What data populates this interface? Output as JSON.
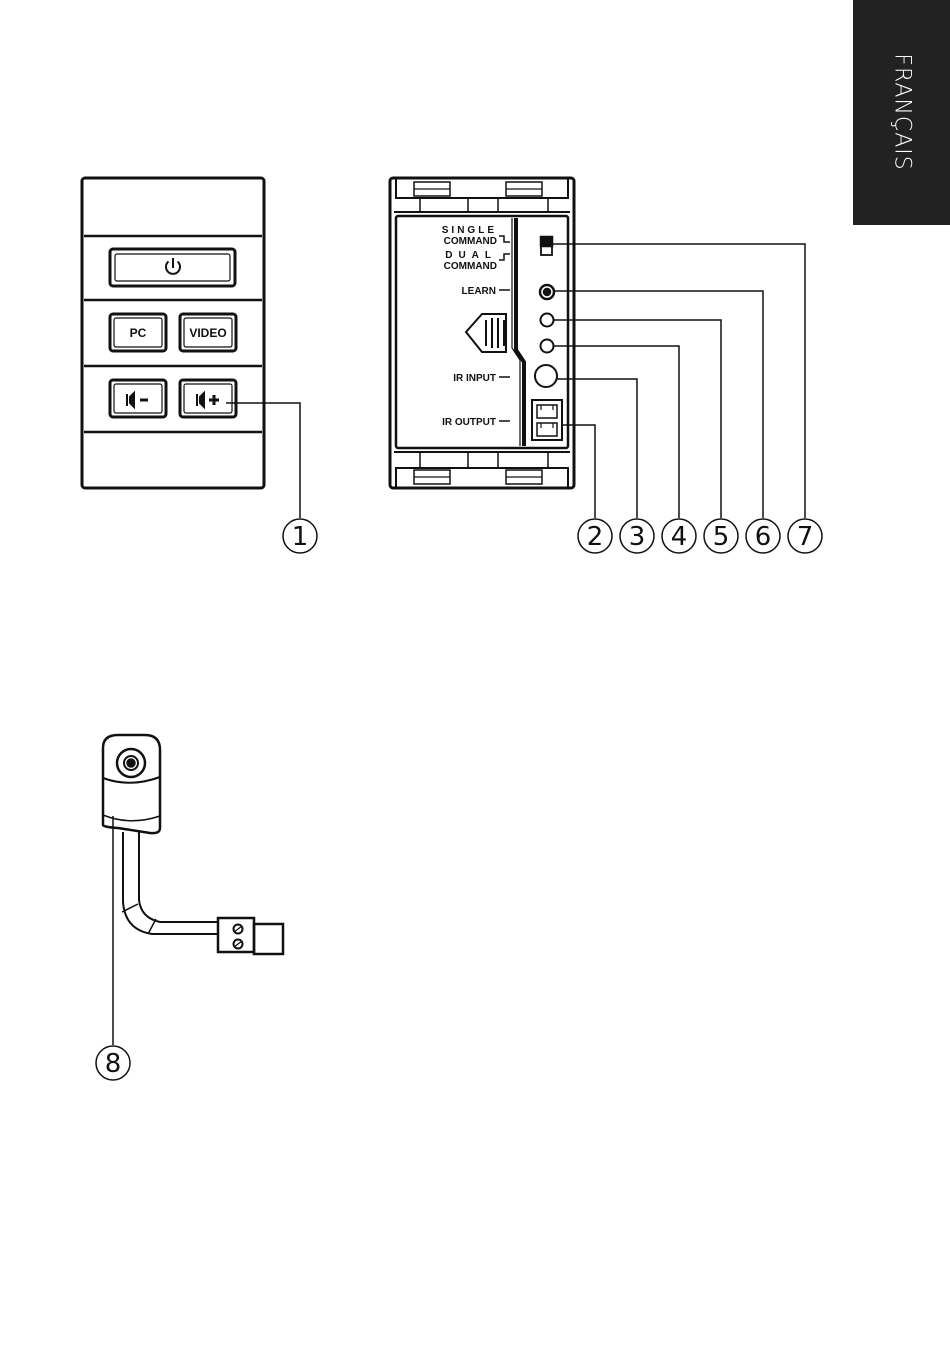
{
  "language_tab": {
    "label": "FRANÇAIS"
  },
  "wall_plate": {
    "buttons": {
      "pc": "PC",
      "video": "VIDEO"
    },
    "icons": [
      "power-icon",
      "volume-down-icon",
      "volume-up-icon"
    ]
  },
  "module": {
    "labels": {
      "single": "SINGLE",
      "command1": "COMMAND",
      "dual": "DUAL",
      "command2": "COMMAND",
      "learn": "LEARN",
      "ir_input": "IR INPUT",
      "ir_output": "IR OUTPUT"
    }
  },
  "callouts": [
    "1",
    "2",
    "3",
    "4",
    "5",
    "6",
    "7",
    "8"
  ]
}
